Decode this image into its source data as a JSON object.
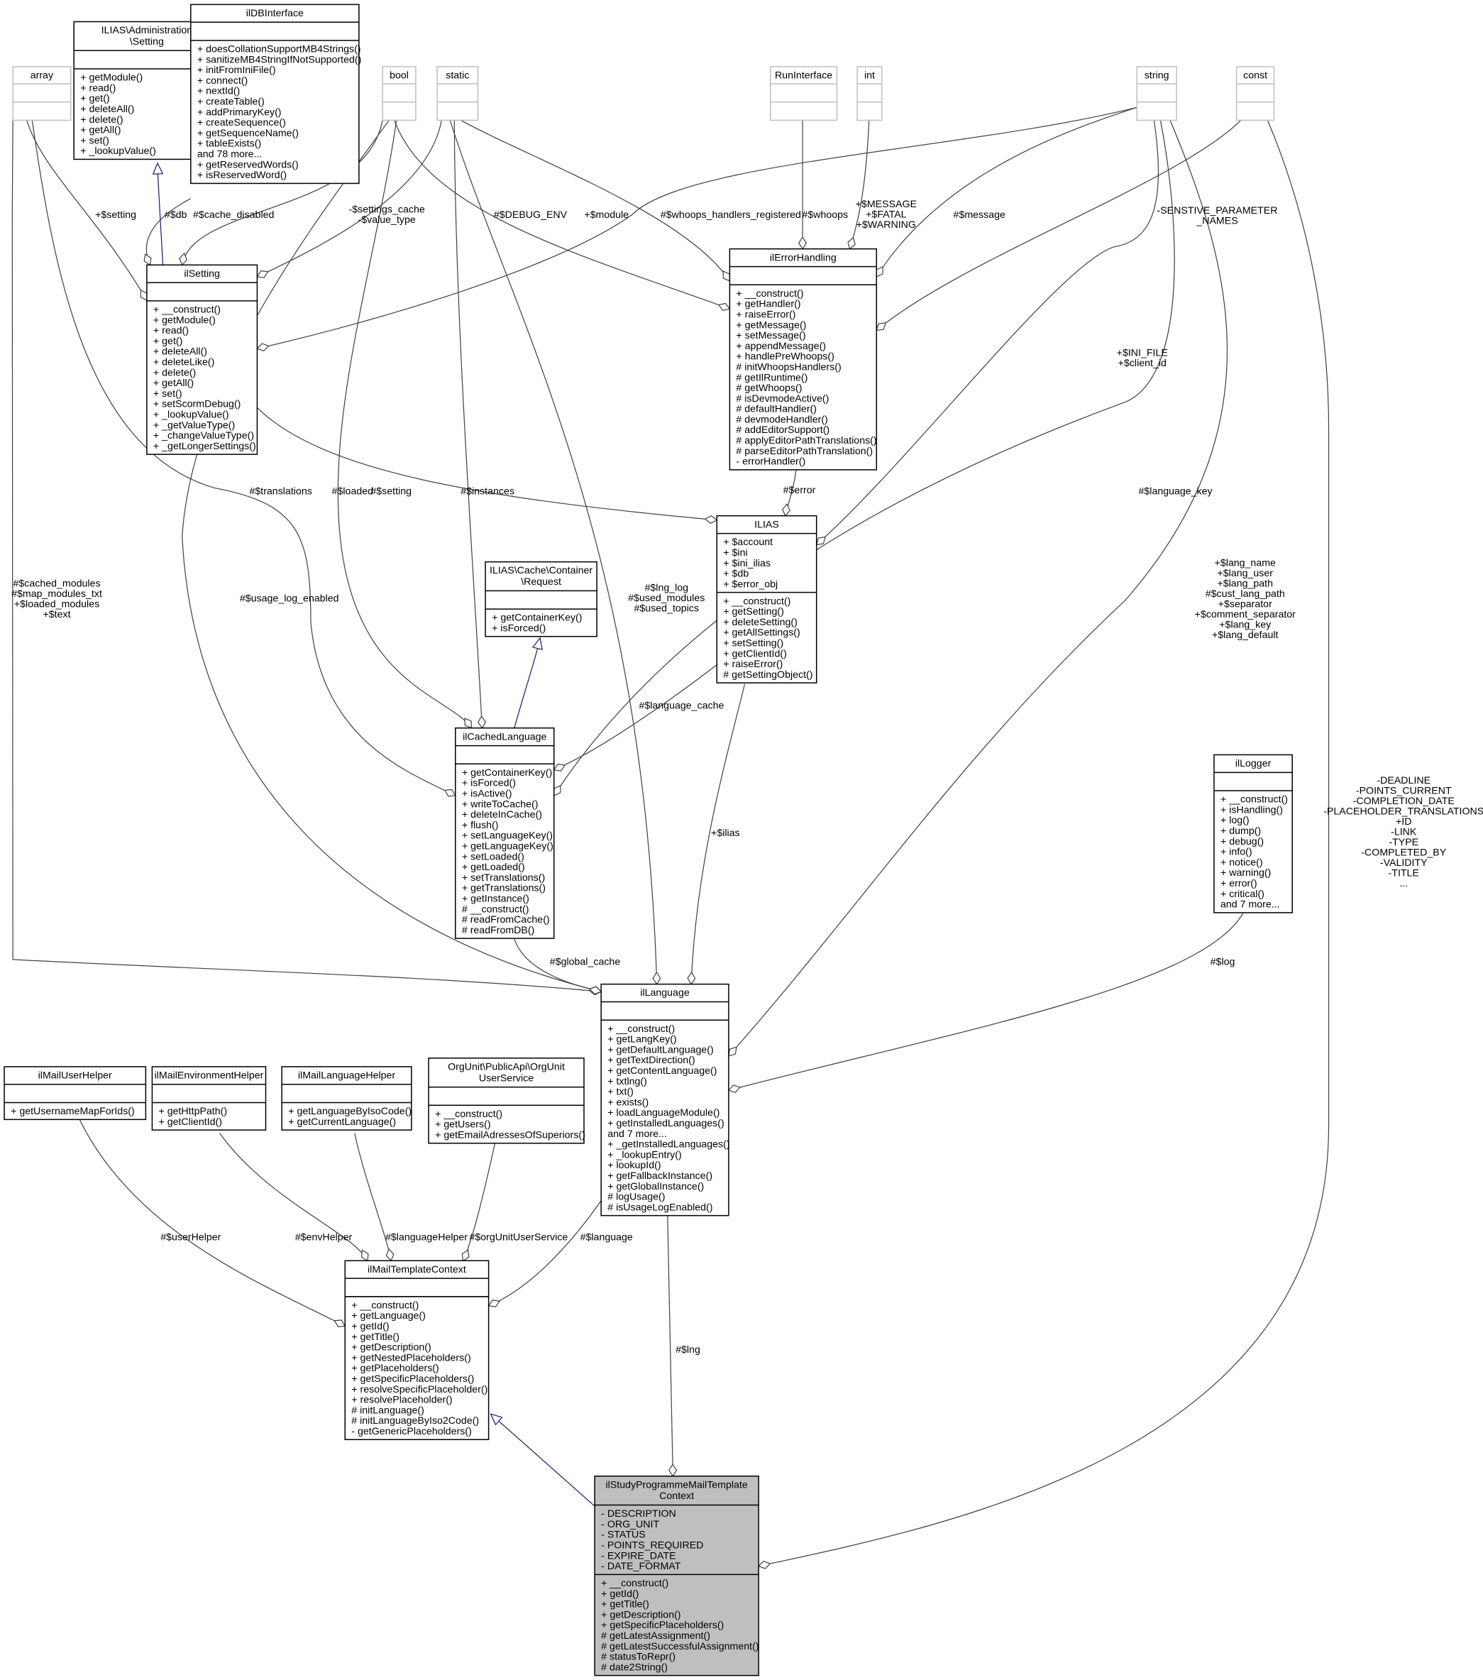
{
  "colors": {
    "edge": "#404040",
    "inheritance": "#191970",
    "focus_fill": "#bfbfbf",
    "type_border": "#bfbfbf",
    "class_border": "#000000"
  },
  "classes": [
    {
      "id": "array",
      "kind": "type",
      "title": [
        "array"
      ],
      "attributes": [],
      "methods": []
    },
    {
      "id": "admin_setting",
      "kind": "class",
      "title": [
        "ILIAS\\Administration",
        "\\Setting"
      ],
      "attributes": [],
      "methods": [
        "+ getModule()",
        "+ read()",
        "+ get()",
        "+ deleteAll()",
        "+ delete()",
        "+ getAll()",
        "+ set()",
        "+ _lookupValue()"
      ]
    },
    {
      "id": "ildbinterface",
      "kind": "class",
      "title": [
        "ilDBInterface"
      ],
      "attributes": [],
      "methods": [
        "+ doesCollationSupportMB4Strings()",
        "+ sanitizeMB4StringIfNotSupported()",
        "+ initFromIniFile()",
        "+ connect()",
        "+ nextId()",
        "+ createTable()",
        "+ addPrimaryKey()",
        "+ createSequence()",
        "+ getSequenceName()",
        "+ tableExists()",
        "and 78 more...",
        "+ getReservedWords()",
        "+ isReservedWord()"
      ]
    },
    {
      "id": "bool",
      "kind": "type",
      "title": [
        "bool"
      ],
      "attributes": [],
      "methods": []
    },
    {
      "id": "static",
      "kind": "type",
      "title": [
        "static"
      ],
      "attributes": [],
      "methods": []
    },
    {
      "id": "runinterface",
      "kind": "type",
      "title": [
        "RunInterface"
      ],
      "attributes": [],
      "methods": []
    },
    {
      "id": "int",
      "kind": "type",
      "title": [
        "int"
      ],
      "attributes": [],
      "methods": []
    },
    {
      "id": "string",
      "kind": "type",
      "title": [
        "string"
      ],
      "attributes": [],
      "methods": []
    },
    {
      "id": "const",
      "kind": "type",
      "title": [
        "const"
      ],
      "attributes": [],
      "methods": []
    },
    {
      "id": "ilsetting",
      "kind": "class",
      "title": [
        "ilSetting"
      ],
      "attributes": [],
      "methods": [
        "+ __construct()",
        "+ getModule()",
        "+ read()",
        "+ get()",
        "+ deleteAll()",
        "+ deleteLike()",
        "+ delete()",
        "+ getAll()",
        "+ set()",
        "+ setScormDebug()",
        "+ _lookupValue()",
        "+ _getValueType()",
        "+ _changeValueType()",
        "+ _getLongerSettings()"
      ]
    },
    {
      "id": "ilerrorhandling",
      "kind": "class",
      "title": [
        "ilErrorHandling"
      ],
      "attributes": [],
      "methods": [
        "+ __construct()",
        "+ getHandler()",
        "+ raiseError()",
        "+ getMessage()",
        "+ setMessage()",
        "+ appendMessage()",
        "+ handlePreWhoops()",
        "# initWhoopsHandlers()",
        "# getIlRuntime()",
        "# getWhoops()",
        "# isDevmodeActive()",
        "# defaultHandler()",
        "# devmodeHandler()",
        "# addEditorSupport()",
        "# applyEditorPathTranslations()",
        "# parseEditorPathTranslation()",
        "- errorHandler()"
      ]
    },
    {
      "id": "ilias",
      "kind": "class",
      "title": [
        "ILIAS"
      ],
      "attributes": [
        "+ $account",
        "+ $ini",
        "+ $ini_ilias",
        "+ $db",
        "+ $error_obj"
      ],
      "methods": [
        "+ __construct()",
        "+ getSetting()",
        "+ deleteSetting()",
        "+ getAllSettings()",
        "+ setSetting()",
        "+ getClientId()",
        "+ raiseError()",
        "# getSettingObject()"
      ]
    },
    {
      "id": "cache_request",
      "kind": "class",
      "title": [
        "ILIAS\\Cache\\Container",
        "\\Request"
      ],
      "attributes": [],
      "methods": [
        "+ getContainerKey()",
        "+ isForced()"
      ]
    },
    {
      "id": "ilcachedlanguage",
      "kind": "class",
      "title": [
        "ilCachedLanguage"
      ],
      "attributes": [],
      "methods": [
        "+ getContainerKey()",
        "+ isForced()",
        "+ isActive()",
        "+ writeToCache()",
        "+ deleteInCache()",
        "+ flush()",
        "+ setLanguageKey()",
        "+ getLanguageKey()",
        "+ setLoaded()",
        "+ getLoaded()",
        "+ setTranslations()",
        "+ getTranslations()",
        "+ getInstance()",
        "# __construct()",
        "# readFromCache()",
        "# readFromDB()"
      ]
    },
    {
      "id": "illogger",
      "kind": "class",
      "title": [
        "ilLogger"
      ],
      "attributes": [],
      "methods": [
        "+ __construct()",
        "+ isHandling()",
        "+ log()",
        "+ dump()",
        "+ debug()",
        "+ info()",
        "+ notice()",
        "+ warning()",
        "+ error()",
        "+ critical()",
        "and 7 more..."
      ]
    },
    {
      "id": "illanguage",
      "kind": "class",
      "title": [
        "ilLanguage"
      ],
      "attributes": [],
      "methods": [
        "+ __construct()",
        "+ getLangKey()",
        "+ getDefaultLanguage()",
        "+ getTextDirection()",
        "+ getContentLanguage()",
        "+ txtlng()",
        "+ txt()",
        "+ exists()",
        "+ loadLanguageModule()",
        "+ getInstalledLanguages()",
        "and 7 more...",
        "+ _getInstalledLanguages()",
        "+ _lookupEntry()",
        "+ lookupId()",
        "+ getFallbackInstance()",
        "+ getGlobalInstance()",
        "# logUsage()",
        "# isUsageLogEnabled()"
      ]
    },
    {
      "id": "ilmailuserhelper",
      "kind": "class",
      "title": [
        "ilMailUserHelper"
      ],
      "attributes": [],
      "methods": [
        "+ getUsernameMapForIds()"
      ]
    },
    {
      "id": "ilmailenvironmenthelper",
      "kind": "class",
      "title": [
        "ilMailEnvironmentHelper"
      ],
      "attributes": [],
      "methods": [
        "+ getHttpPath()",
        "+ getClientId()"
      ]
    },
    {
      "id": "ilmaillanguagehelper",
      "kind": "class",
      "title": [
        "ilMailLanguageHelper"
      ],
      "attributes": [],
      "methods": [
        "+ getLanguageByIsoCode()",
        "+ getCurrentLanguage()"
      ]
    },
    {
      "id": "orgunituserservice",
      "kind": "class",
      "title": [
        "OrgUnit\\PublicApi\\OrgUnit",
        "UserService"
      ],
      "attributes": [],
      "methods": [
        "+ __construct()",
        "+ getUsers()",
        "+ getEmailAdressesOfSuperiors()"
      ]
    },
    {
      "id": "ilmailtemplatecontext",
      "kind": "class",
      "title": [
        "ilMailTemplateContext"
      ],
      "attributes": [],
      "methods": [
        "+ __construct()",
        "+ getLanguage()",
        "+ getId()",
        "+ getTitle()",
        "+ getDescription()",
        "+ getNestedPlaceholders()",
        "+ getPlaceholders()",
        "+ getSpecificPlaceholders()",
        "+ resolveSpecificPlaceholder()",
        "+ resolvePlaceholder()",
        "# initLanguage()",
        "# initLanguageByIso2Code()",
        "- getGenericPlaceholders()"
      ]
    },
    {
      "id": "ilstudyprogrammemailtemplatecontext",
      "kind": "focus",
      "title": [
        "ilStudyProgrammeMailTemplate",
        "Context"
      ],
      "attributes": [
        "- DESCRIPTION",
        "- ORG_UNIT",
        "- STATUS",
        "- POINTS_REQUIRED",
        "- EXPIRE_DATE",
        "- DATE_FORMAT"
      ],
      "methods": [
        "+ __construct()",
        "+ getId()",
        "+ getTitle()",
        "+ getDescription()",
        "+ getSpecificPlaceholders()",
        "# getLatestAssignment()",
        "# getLatestSuccessfulAssignment()",
        "# statusToRepr()",
        "# date2String()"
      ]
    }
  ],
  "edges": [
    {
      "from": "array",
      "to": "ilsetting",
      "kind": "usage",
      "label": [
        "+$setting"
      ]
    },
    {
      "from": "ilsetting",
      "to": "admin_setting",
      "kind": "inheritance",
      "label": []
    },
    {
      "from": "ildbinterface",
      "to": "ilsetting",
      "kind": "usage",
      "label": [
        "#$db"
      ]
    },
    {
      "from": "bool",
      "to": "ilsetting",
      "kind": "usage",
      "label": [
        "#$cache_disabled"
      ]
    },
    {
      "from": "static",
      "to": "ilsetting",
      "kind": "usage",
      "label": [
        "-$settings_cache",
        "-$value_type"
      ]
    },
    {
      "from": "string",
      "to": "ilsetting",
      "kind": "usage",
      "label": [
        "+$module"
      ]
    },
    {
      "from": "bool",
      "to": "ilerrorhandling",
      "kind": "usage",
      "label": [
        "#$DEBUG_ENV"
      ]
    },
    {
      "from": "static",
      "to": "ilerrorhandling",
      "kind": "usage",
      "label": [
        "#$whoops_handlers_registered"
      ]
    },
    {
      "from": "runinterface",
      "to": "ilerrorhandling",
      "kind": "usage",
      "label": [
        "#$whoops"
      ]
    },
    {
      "from": "int",
      "to": "ilerrorhandling",
      "kind": "usage",
      "label": [
        "+$MESSAGE",
        "+$FATAL",
        "+$WARNING"
      ]
    },
    {
      "from": "string",
      "to": "ilerrorhandling",
      "kind": "usage",
      "label": [
        "#$message"
      ]
    },
    {
      "from": "const",
      "to": "ilerrorhandling",
      "kind": "usage",
      "label": [
        "-SENSTIVE_PARAMETER",
        "_NAMES"
      ]
    },
    {
      "from": "ilerrorhandling",
      "to": "ilias",
      "kind": "usage",
      "label": [
        "#$error"
      ]
    },
    {
      "from": "string",
      "to": "ilias",
      "kind": "usage",
      "label": [
        "+$INI_FILE",
        "+$client_id"
      ]
    },
    {
      "from": "ilsetting",
      "to": "ilias",
      "kind": "usage",
      "label": [
        "#$setting"
      ]
    },
    {
      "from": "array",
      "to": "ilcachedlanguage",
      "kind": "usage",
      "label": [
        "#$translations"
      ]
    },
    {
      "from": "bool",
      "to": "ilcachedlanguage",
      "kind": "usage",
      "label": [
        "#$loaded"
      ]
    },
    {
      "from": "static",
      "to": "ilcachedlanguage",
      "kind": "usage",
      "label": [
        "#$instances"
      ]
    },
    {
      "from": "ilcachedlanguage",
      "to": "cache_request",
      "kind": "inheritance",
      "label": []
    },
    {
      "from": "ilias",
      "to": "ilcachedlanguage",
      "kind": "usage",
      "label": [
        "#$language_cache"
      ]
    },
    {
      "from": "string",
      "to": "ilcachedlanguage",
      "kind": "usage",
      "label": [
        "#$language_key"
      ]
    },
    {
      "from": "array",
      "to": "illanguage",
      "kind": "usage",
      "label": [
        "#$cached_modules",
        "#$map_modules_txt",
        "+$loaded_modules",
        "+$text"
      ]
    },
    {
      "from": "bool",
      "to": "illanguage",
      "kind": "usage",
      "label": [
        "#$usage_log_enabled"
      ]
    },
    {
      "from": "ilcachedlanguage",
      "to": "illanguage",
      "kind": "usage",
      "label": [
        "#$global_cache"
      ]
    },
    {
      "from": "static",
      "to": "illanguage",
      "kind": "usage",
      "label": [
        "#$lng_log",
        "#$used_modules",
        "#$used_topics"
      ]
    },
    {
      "from": "ilias",
      "to": "illanguage",
      "kind": "usage",
      "label": [
        "+$ilias"
      ]
    },
    {
      "from": "string",
      "to": "illanguage",
      "kind": "usage",
      "label": [
        "+$lang_name",
        "+$lang_user",
        "+$lang_path",
        "#$cust_lang_path",
        "+$separator",
        "+$comment_separator",
        "+$lang_key",
        "+$lang_default"
      ]
    },
    {
      "from": "illogger",
      "to": "illanguage",
      "kind": "usage",
      "label": [
        "#$log"
      ]
    },
    {
      "from": "ilmailuserhelper",
      "to": "ilmailtemplatecontext",
      "kind": "usage",
      "label": [
        "#$userHelper"
      ]
    },
    {
      "from": "ilmailenvironmenthelper",
      "to": "ilmailtemplatecontext",
      "kind": "usage",
      "label": [
        "#$envHelper"
      ]
    },
    {
      "from": "ilmaillanguagehelper",
      "to": "ilmailtemplatecontext",
      "kind": "usage",
      "label": [
        "#$languageHelper"
      ]
    },
    {
      "from": "orgunituserservice",
      "to": "ilmailtemplatecontext",
      "kind": "usage",
      "label": [
        "#$orgUnitUserService"
      ]
    },
    {
      "from": "illanguage",
      "to": "ilmailtemplatecontext",
      "kind": "usage",
      "label": [
        "#$language"
      ]
    },
    {
      "from": "ilstudyprogrammemailtemplatecontext",
      "to": "ilmailtemplatecontext",
      "kind": "inheritance",
      "label": []
    },
    {
      "from": "illanguage",
      "to": "ilstudyprogrammemailtemplatecontext",
      "kind": "usage",
      "label": [
        "#$lng"
      ]
    },
    {
      "from": "const",
      "to": "ilstudyprogrammemailtemplatecontext",
      "kind": "usage",
      "label": [
        "-DEADLINE",
        "-POINTS_CURRENT",
        "-COMPLETION_DATE",
        "-PLACEHOLDER_TRANSLATIONS",
        "+ID",
        "-LINK",
        "-TYPE",
        "-COMPLETED_BY",
        "-VALIDITY",
        "-TITLE",
        "..."
      ]
    }
  ]
}
